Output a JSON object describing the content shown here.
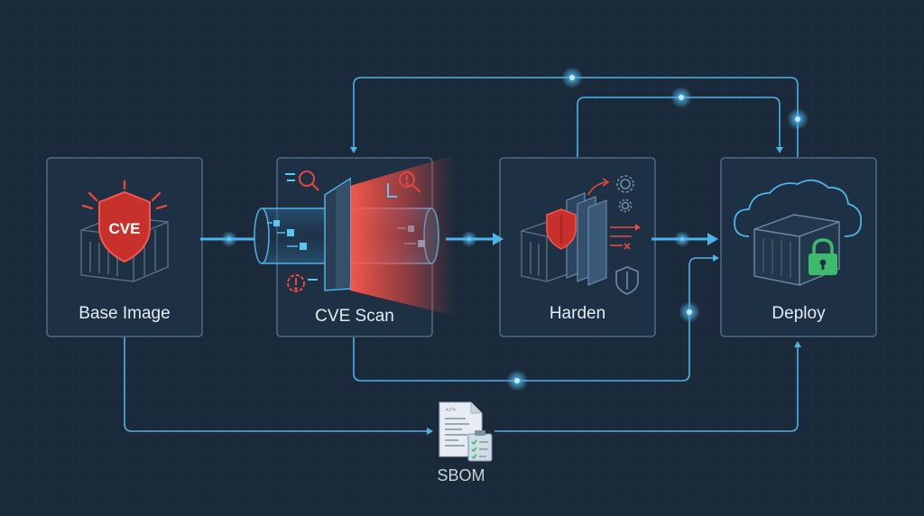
{
  "stages": [
    {
      "id": "base-image",
      "label": "Base Image",
      "badge": "CVE"
    },
    {
      "id": "cve-scan",
      "label": "CVE Scan"
    },
    {
      "id": "harden",
      "label": "Harden"
    },
    {
      "id": "deploy",
      "label": "Deploy"
    }
  ],
  "artifact": {
    "label": "SBOM"
  },
  "colors": {
    "background": "#1b2a3a",
    "line": "#4fb3e8",
    "node_border": "#4d6b85",
    "alert": "#e8473f",
    "secure": "#3dbb6c"
  },
  "icons": [
    "shield-icon",
    "container-icon",
    "magnifier-icon",
    "warning-icon",
    "gear-icon",
    "cloud-icon",
    "padlock-icon",
    "document-icon",
    "checklist-icon"
  ]
}
